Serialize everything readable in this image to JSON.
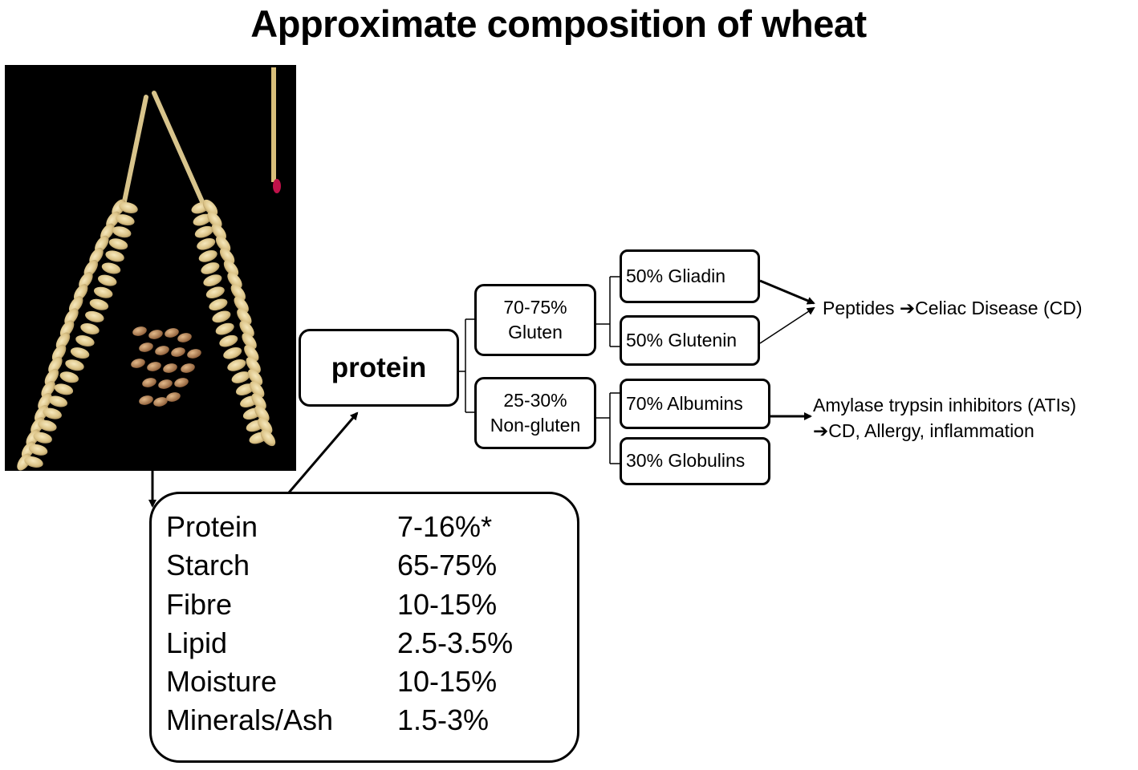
{
  "title": "Approximate composition of wheat",
  "diagram": {
    "root": "protein",
    "fractions": [
      {
        "lines": [
          "70-75%",
          "Gluten"
        ],
        "children": [
          "50% Gliadin",
          "50% Glutenin"
        ],
        "outcome": [
          "Peptides ➔Celiac Disease (CD)"
        ]
      },
      {
        "lines": [
          "25-30%",
          "Non-gluten"
        ],
        "children": [
          "70% Albumins",
          "30% Globulins"
        ],
        "outcome": [
          "Amylase trypsin inhibitors (ATIs)",
          "➔CD, Allergy, inflammation"
        ]
      }
    ]
  },
  "composition": [
    {
      "name": "Protein",
      "value": "7-16%*"
    },
    {
      "name": "Starch",
      "value": "65-75%"
    },
    {
      "name": "Fibre",
      "value": "10-15%"
    },
    {
      "name": "Lipid",
      "value": "2.5-3.5%"
    },
    {
      "name": "Moisture",
      "value": "10-15%"
    },
    {
      "name": "Minerals/Ash",
      "value": "1.5-3%"
    }
  ],
  "colors": {
    "photo_background": "#000000",
    "grain": "#e8d49a",
    "match_head": "#c0124a"
  }
}
